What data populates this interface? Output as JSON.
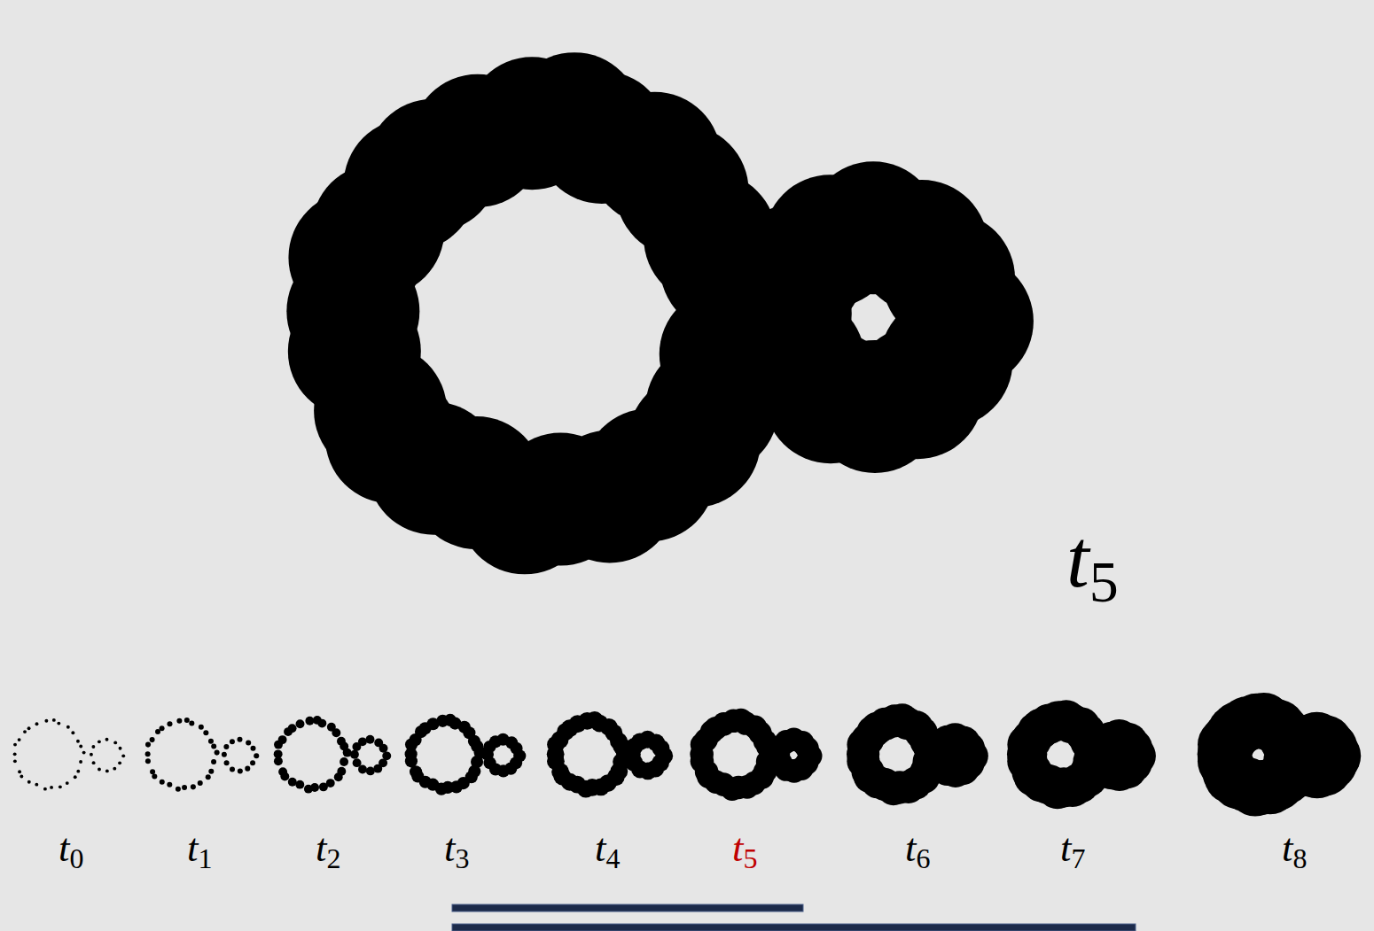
{
  "diagram": {
    "labels": [
      "t5",
      "t0",
      "t1",
      "t2",
      "t3",
      "t4",
      "t5",
      "t6",
      "t7",
      "t8"
    ]
  }
}
